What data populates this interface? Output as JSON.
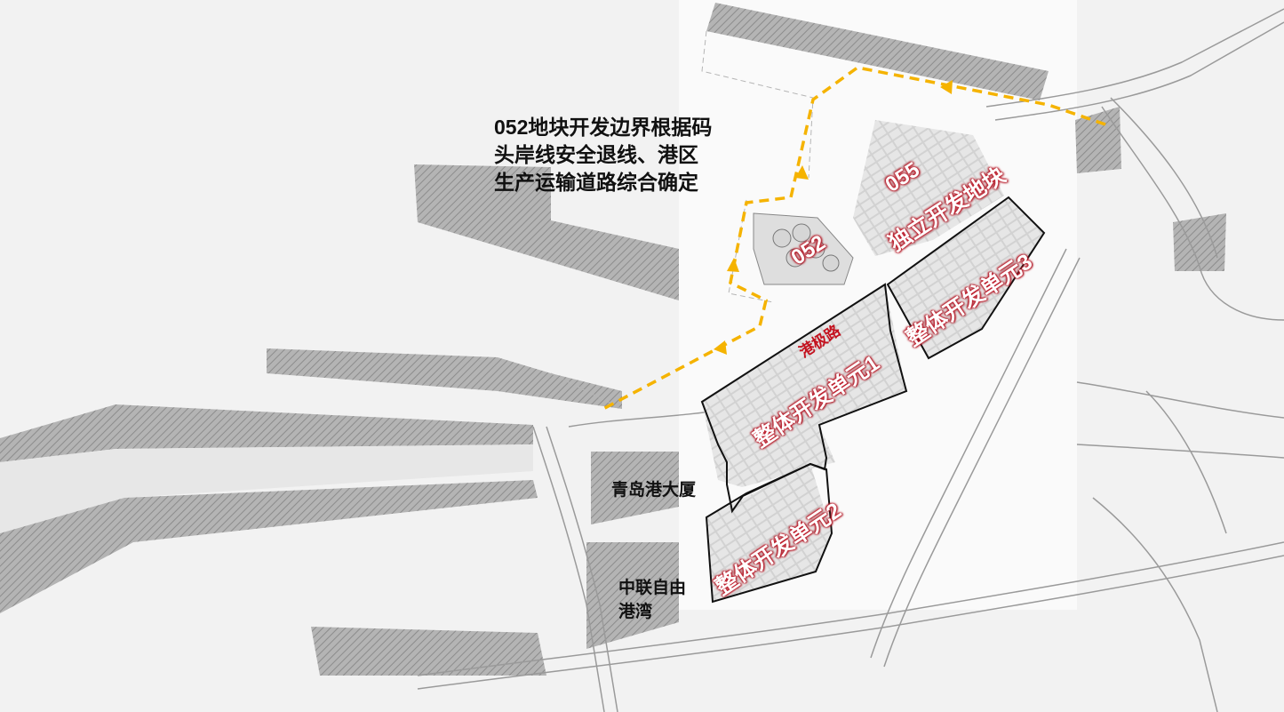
{
  "annotation": {
    "lines": [
      "052地块开发边界根据码",
      "头岸线安全退线、港区",
      "生产运输道路综合确定"
    ]
  },
  "parcels": {
    "p052": "052",
    "p055_code": "055",
    "p055_name": "独立开发地块",
    "unit1": "整体开发单元1",
    "unit2": "整体开发单元2",
    "unit3": "整体开发单元3"
  },
  "roads": {
    "gangji": "港极路"
  },
  "places": {
    "building": "青岛港大厦",
    "ftz_line1": "中联自由",
    "ftz_line2": "港湾"
  },
  "colors": {
    "boundary_dash": "#f5b300",
    "parcel_label": "#c5202f",
    "road_label": "#c4121f",
    "hatch": "#9a9a9a",
    "outline": "#111111"
  },
  "icons": [
    "direction-arrow-icon"
  ]
}
